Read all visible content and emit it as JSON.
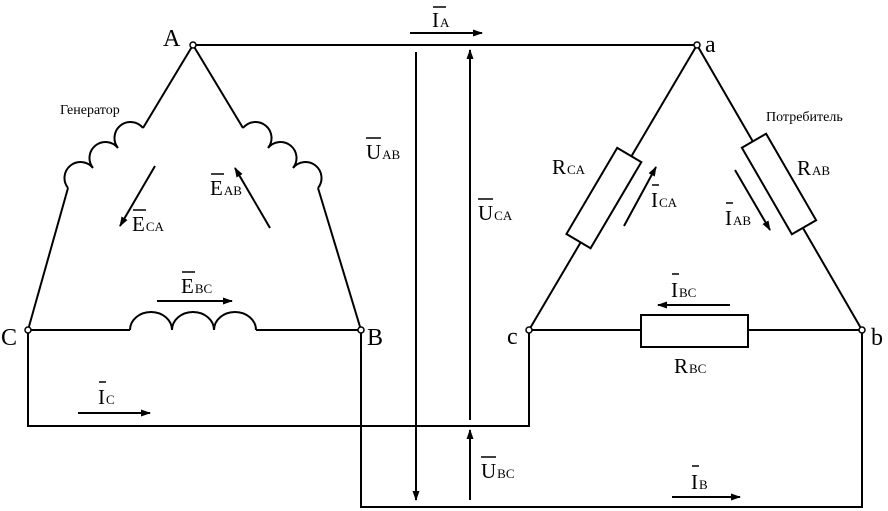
{
  "generator": {
    "label": "Генератор",
    "nodes": {
      "a": "A",
      "b": "B",
      "c": "C"
    },
    "emf": {
      "ab": {
        "base": "E",
        "sub": "AB"
      },
      "bc": {
        "base": "E",
        "sub": "BC"
      },
      "ca": {
        "base": "E",
        "sub": "CA"
      }
    }
  },
  "consumer": {
    "label": "Потребитель",
    "nodes": {
      "a": "a",
      "b": "b",
      "c": "c"
    },
    "resistors": {
      "ab": {
        "base": "R",
        "sub": "AB"
      },
      "bc": {
        "base": "R",
        "sub": "BC"
      },
      "ca": {
        "base": "R",
        "sub": "CA"
      }
    },
    "phase_currents": {
      "ab": {
        "base": "I",
        "sub": "AB"
      },
      "bc": {
        "base": "I",
        "sub": "BC"
      },
      "ca": {
        "base": "I",
        "sub": "CA"
      }
    }
  },
  "line_currents": {
    "a": {
      "base": "I",
      "sub": "A"
    },
    "b": {
      "base": "I",
      "sub": "B"
    },
    "c": {
      "base": "I",
      "sub": "C"
    }
  },
  "voltages": {
    "ab": {
      "base": "U",
      "sub": "AB"
    },
    "bc": {
      "base": "U",
      "sub": "BC"
    },
    "ca": {
      "base": "U",
      "sub": "CA"
    }
  }
}
